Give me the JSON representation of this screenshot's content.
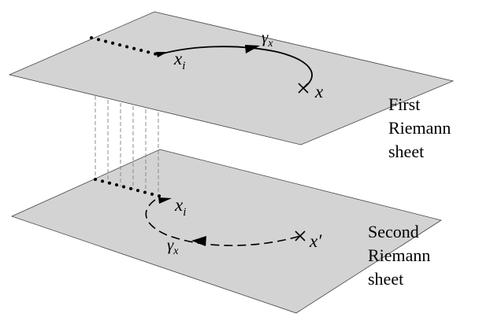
{
  "labels": {
    "top_start": "x",
    "top_start_sub": "i",
    "top_end": "x",
    "top_path": "γ",
    "top_path_sub": "x",
    "bottom_start": "x",
    "bottom_start_sub": "i",
    "bottom_end": "x′",
    "bottom_path": "γ",
    "bottom_path_sub": "x"
  },
  "sheet_captions": {
    "first": [
      "First",
      "Riemann",
      "sheet"
    ],
    "second": [
      "Second",
      "Riemann",
      "sheet"
    ]
  },
  "colors": {
    "sheet": "#d3d3d3",
    "connector": "#808080",
    "ink": "#000000"
  }
}
